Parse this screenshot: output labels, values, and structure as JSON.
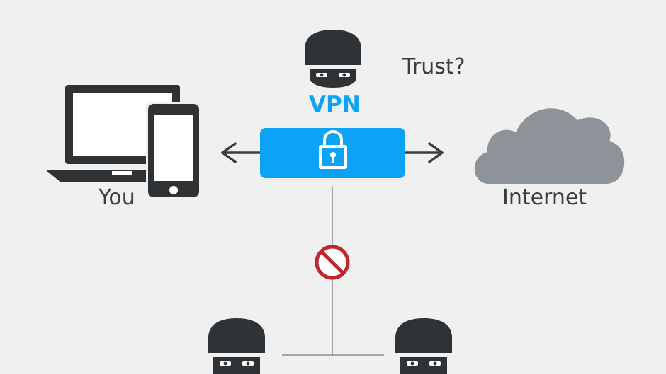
{
  "labels": {
    "you": "You",
    "internet": "Internet",
    "trust": "Trust?",
    "vpn": "VPN"
  },
  "icons": {
    "devices": "laptop-and-phone-icon",
    "cloud": "cloud-icon",
    "vpn_operator": "masked-person-icon",
    "tunnel_lock": "padlock-icon",
    "blocked": "prohibited-icon",
    "snoopers": [
      "masked-person-icon",
      "masked-person-icon"
    ]
  },
  "colors": {
    "background": "#f0f0f1",
    "vpn_blue": "#0aa3f5",
    "dark": "#2f3336",
    "cloud": "#8d9399",
    "blocked_red": "#c0272d"
  }
}
